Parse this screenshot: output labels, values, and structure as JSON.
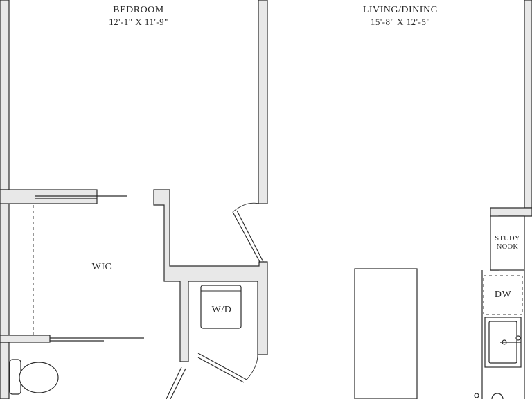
{
  "rooms": {
    "bedroom": {
      "name": "BEDROOM",
      "dimensions": "12'-1\" X 11'-9\""
    },
    "living_dining": {
      "name": "LIVING/DINING",
      "dimensions": "15'-8\" X 12'-5\""
    },
    "wic": {
      "name": "WIC"
    },
    "study_nook": {
      "line1": "STUDY",
      "line2": "NOOK"
    }
  },
  "fixtures": {
    "washer_dryer": "W/D",
    "dishwasher": "DW"
  }
}
